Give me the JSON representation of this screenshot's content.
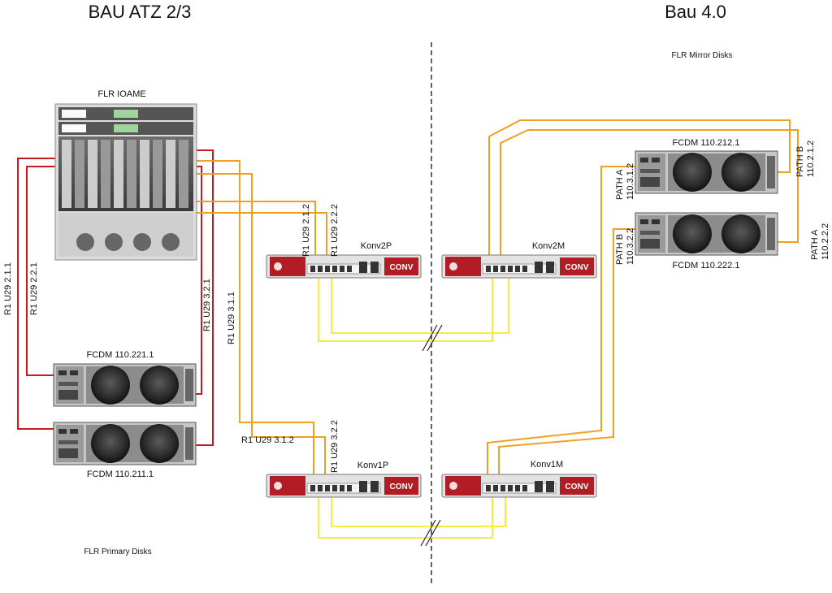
{
  "header": {
    "left_title": "BAU ATZ 2/3",
    "right_title": "Bau 4.0"
  },
  "sections": {
    "primary": "FLR Primary Disks",
    "mirror": "FLR Mirror Disks"
  },
  "devices": {
    "server": "FLR IOAME",
    "fcdm_221": "FCDM 110.221.1",
    "fcdm_211": "FCDM 110.211.1",
    "fcdm_212": "FCDM 110.212.1",
    "fcdm_222": "FCDM 110.222.1",
    "konv2p": "Konv2P",
    "konv1p": "Konv1P",
    "konv2m": "Konv2M",
    "konv1m": "Konv1M",
    "brand": "CONV"
  },
  "cable_labels": {
    "r1_u29_211": "R1 U29 2.1.1",
    "r1_u29_221": "R1 U29 2.2.1",
    "r1_u29_321": "R1 U29 3.2.1",
    "r1_u29_311": "R1 U29 3.1.1",
    "r1_u29_212": "R1 U29 2.1.2",
    "r1_u29_222": "R1 U29 2.2.2",
    "r1_u29_312": "R1 U29 3.1.2",
    "r1_u29_322": "R1 U29 3.2.2",
    "path_a_312_name": "PATH A",
    "path_a_312_addr": "110.3.1.2",
    "path_b_322_name": "PATH B",
    "path_b_322_addr": "110.3.2.2",
    "path_b_212_name": "PATH B",
    "path_b_212_addr": "110.2.1.2",
    "path_a_222_name": "PATH A",
    "path_a_222_addr": "110.2.2.2"
  },
  "colors": {
    "red_cable": "#c8191e",
    "orange_cable": "#f0a020",
    "yellow_cable": "#f5ec3c",
    "divider": "#222222",
    "switch_red": "#b21d25"
  }
}
